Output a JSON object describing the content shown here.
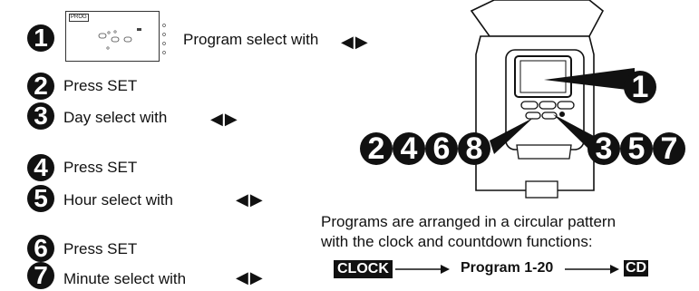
{
  "steps": [
    {
      "num": "1",
      "text": "Program select with"
    },
    {
      "num": "2",
      "text": "Press SET"
    },
    {
      "num": "3",
      "text": "Day select with"
    },
    {
      "num": "4",
      "text": "Press SET"
    },
    {
      "num": "5",
      "text": "Hour select with"
    },
    {
      "num": "6",
      "text": "Press SET"
    },
    {
      "num": "7",
      "text": "Minute select with"
    }
  ],
  "arrow_glyph": "◀▶",
  "panel": {
    "label": "PROG"
  },
  "callouts": {
    "display": "1",
    "left_group": [
      "2",
      "4",
      "6",
      "8"
    ],
    "right_group": [
      "3",
      "5",
      "7"
    ]
  },
  "info": {
    "line1": "Programs are arranged in a circular pattern",
    "line2": "with the clock and countdown functions:"
  },
  "flow": {
    "start": "CLOCK",
    "middle": "Program 1-20",
    "end": "CD"
  }
}
